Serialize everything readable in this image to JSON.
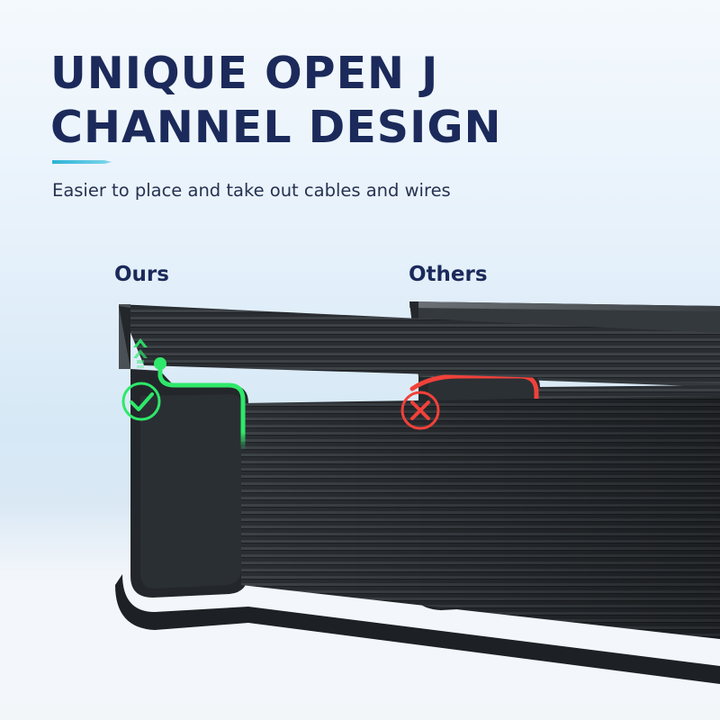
{
  "headline": {
    "line1": "UNIQUE OPEN J",
    "line2": "CHANNEL DESIGN"
  },
  "subtitle": "Easier to place and take out cables and wires",
  "comparison": {
    "ours_label": "Ours",
    "others_label": "Others"
  },
  "colors": {
    "heading": "#1b2a5a",
    "accent": "#2bb3d6",
    "good": "#2ee86a",
    "bad": "#f0413a",
    "channel": "#2e3236"
  },
  "icons": {
    "ours": "check-circle-icon",
    "others": "x-circle-icon"
  }
}
